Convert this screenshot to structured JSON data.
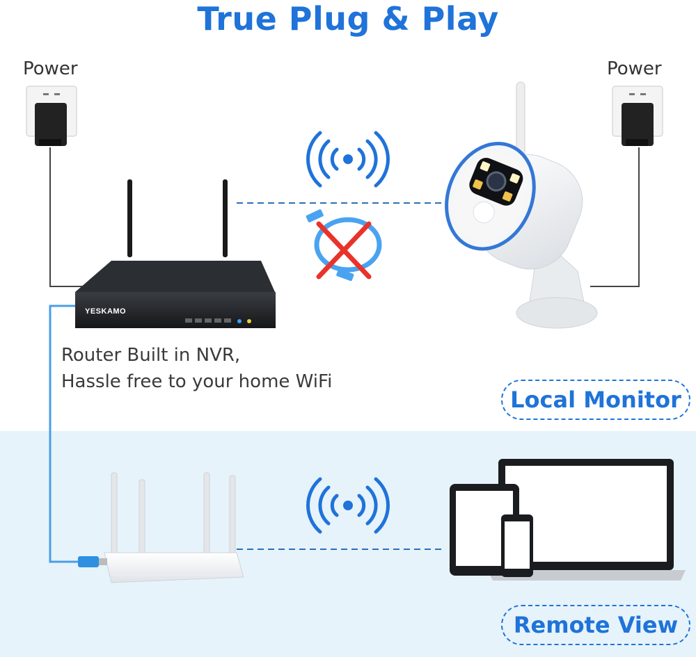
{
  "title": "True Plug & Play",
  "power_left": "Power",
  "power_right": "Power",
  "nvr_brand": "YESKAMO",
  "caption": {
    "line1": "Router Built in NVR,",
    "line2": "Hassle free to your home WiFi"
  },
  "local_monitor": "Local Monitor",
  "remote_view": "Remote View",
  "colors": {
    "accent": "#1f73d9",
    "band": "#e6f3fb",
    "cable": "#4a9ee8",
    "cross": "#e8332b"
  }
}
